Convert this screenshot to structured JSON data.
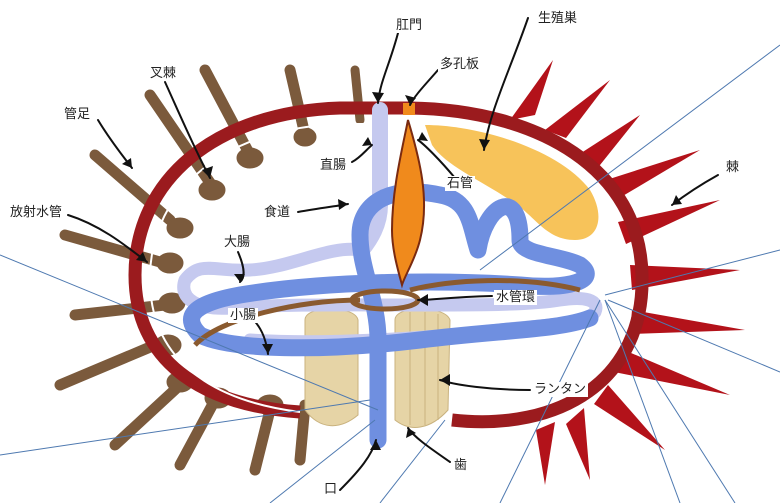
{
  "title": "",
  "labels": {
    "anus": "肛門",
    "gonad": "生殖巣",
    "madreporite": "多孔板",
    "pedicellaria": "叉棘",
    "tube_foot": "管足",
    "rectum": "直腸",
    "stone_canal": "石管",
    "spine": "棘",
    "radial_canal": "放射水管",
    "esophagus": "食道",
    "large_intestine": "大腸",
    "ring_canal": "水管環",
    "small_intestine": "小腸",
    "lantern": "ランタン",
    "mouth": "口",
    "tooth": "歯"
  },
  "colors": {
    "test": "#9b1b1e",
    "spine": "#b3121a",
    "tube_foot": "#7b5a3c",
    "gut": "#6f8fe0",
    "intestine_light": "#c5c9ef",
    "gonad": "#f7c35a",
    "stone_canal": "#f08a1c",
    "lantern": "#e6d4a6",
    "ring_canal": "#8a5a2f",
    "leader": "#111111",
    "overlay_line": "#4e79b0"
  }
}
